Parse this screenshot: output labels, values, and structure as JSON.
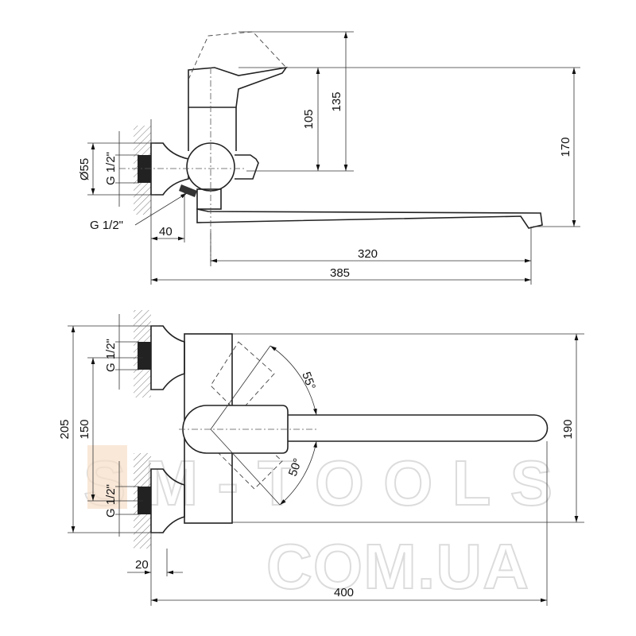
{
  "side_view": {
    "dims": {
      "h135": "135",
      "h105": "105",
      "h170": "170",
      "d55": "Ø55",
      "thread_wall": "G 1/2\"",
      "thread_outlet": "G 1/2\"",
      "w40": "40",
      "w320": "320",
      "w385": "385"
    }
  },
  "top_view": {
    "dims": {
      "h205": "205",
      "h150": "150",
      "h190": "190",
      "thread_top": "G 1/2\"",
      "thread_bottom": "G 1/2\"",
      "w20": "20",
      "w400": "400",
      "angle_up": "55°",
      "angle_down": "50°"
    }
  },
  "watermark": {
    "line1": "SM-TOOLS",
    "line2": "COM.UA",
    "colors": {
      "accent": "#f3c9a0",
      "gray": "#cfcfcf"
    }
  }
}
